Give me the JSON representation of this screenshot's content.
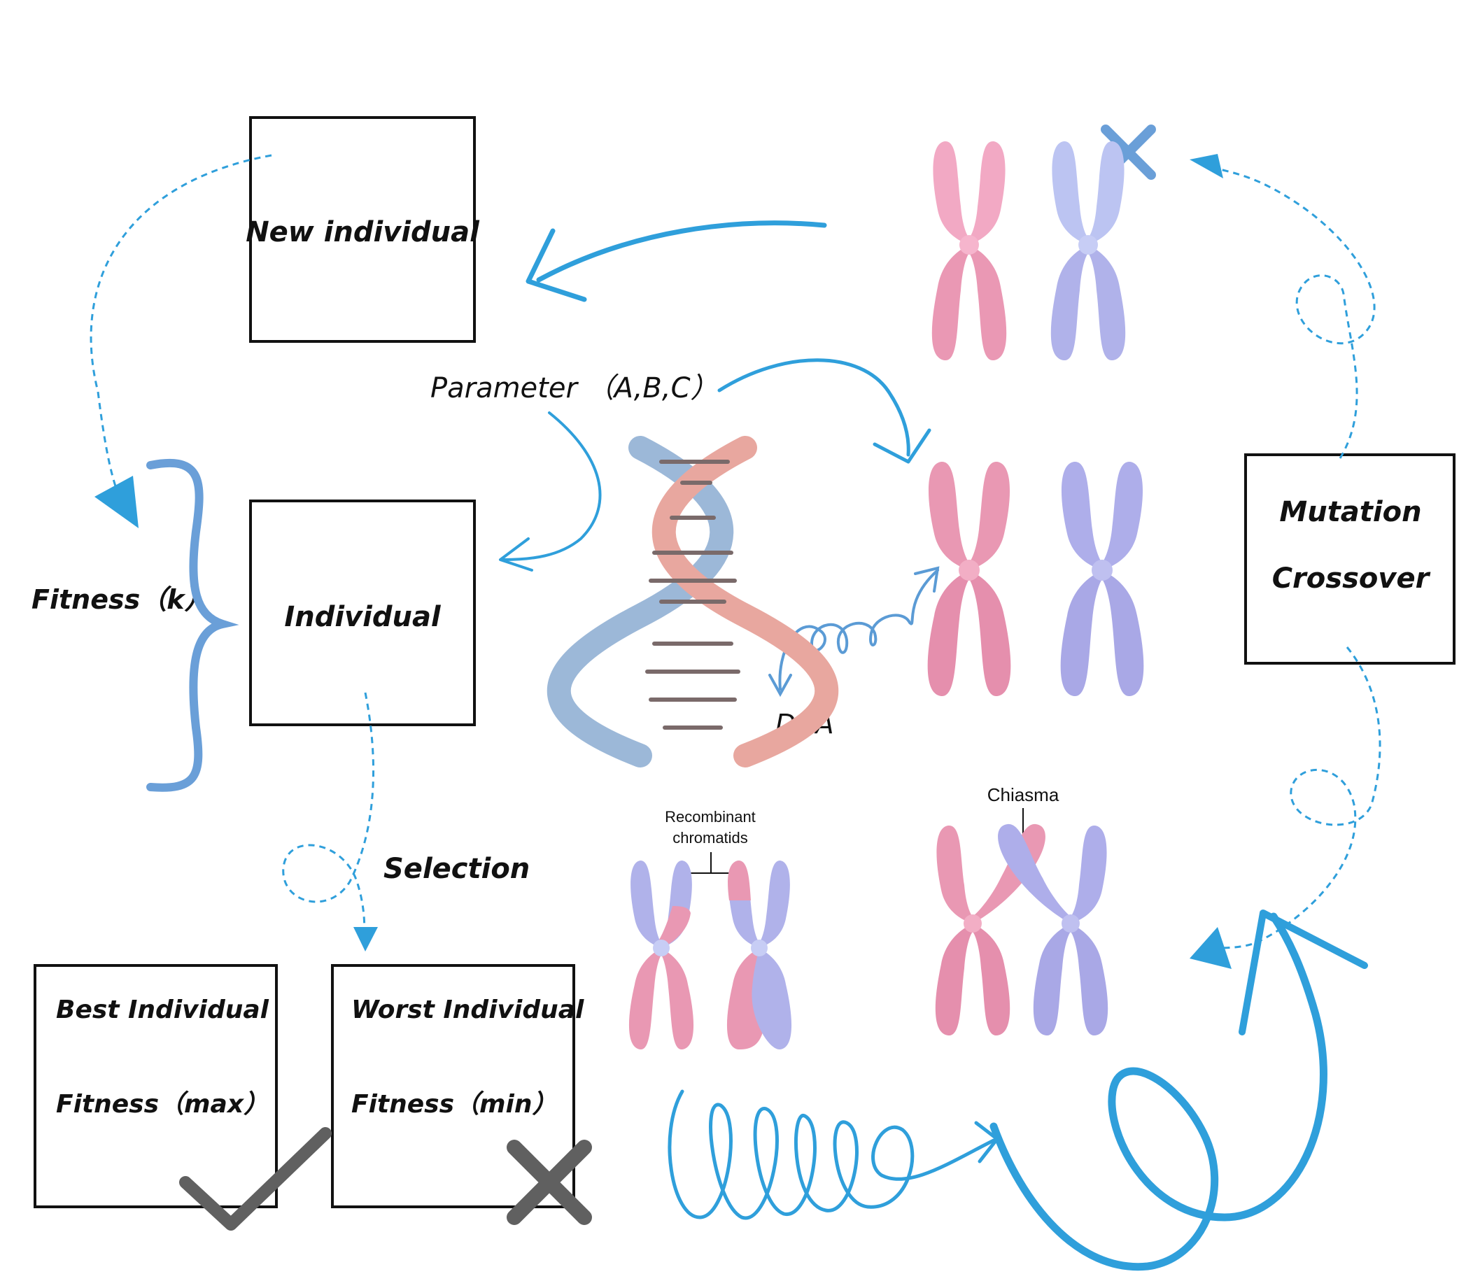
{
  "labels": {
    "new_individual": "New individual",
    "parameter": "Parameter （A,B,C）",
    "individual": "Individual",
    "fitness_k": "Fitness（k）",
    "selection": "Selection",
    "best_title": "Best Individual",
    "best_fitness": "Fitness（max）",
    "worst_title": "Worst Individual",
    "worst_fitness": "Fitness（min）",
    "mutation": "Mutation",
    "crossover": "Crossover",
    "dna": "DNA",
    "recombinant_line1": "Recombinant",
    "recombinant_line2": "chromatids",
    "chiasma": "Chiasma"
  },
  "colors": {
    "arrow_blue": "#2f9fdb",
    "brace_blue": "#6a9fd8",
    "pink": "#e9a0b8",
    "pink_light": "#f2a9c4",
    "lavender": "#b0b2ea",
    "lavender_light": "#bcc4f2",
    "mark_grey": "#606060",
    "dna_pink": "#e8a79f",
    "dna_blue": "#9cb8d8"
  },
  "icons": [
    "check-mark-icon",
    "x-mark-icon",
    "dna-helix-icon",
    "chromosome-icon"
  ]
}
